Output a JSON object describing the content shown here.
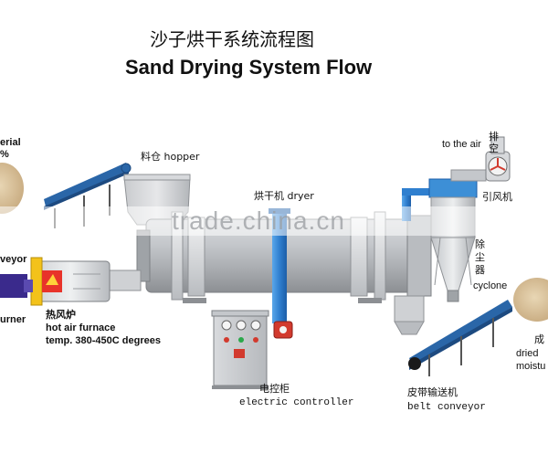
{
  "title": {
    "cn": "沙子烘干系统流程图",
    "en": "Sand Drying System Flow"
  },
  "watermark": "trade.china.cn",
  "labels": {
    "material_1": "erial",
    "material_2": "%",
    "hopper": "料仓 hopper",
    "dryer": "烘干机 dryer",
    "to_the_air": "to the air",
    "exhaust_cn_1": "排",
    "exhaust_cn_2": "空",
    "induced_fan": "引风机",
    "dust_cn_1": "除",
    "dust_cn_2": "尘",
    "dust_cn_3": "器",
    "cyclone": "cyclone",
    "conveyor_left": "veyor",
    "burner": "urner",
    "furnace_cn": "热风炉",
    "furnace_en": "hot air furnace",
    "furnace_temp": "temp. 380-450C degrees",
    "controller_cn": "电控柜",
    "controller_en": "electric controller",
    "belt_cn": "皮带输送机",
    "belt_en": "belt conveyor",
    "product_cn": "成",
    "product_en_1": "dried",
    "product_en_2": "moistu"
  },
  "colors": {
    "drum": "#a9acb0",
    "pipe_blue": "#3d8fd6",
    "conveyor": "#2a66a8",
    "furnace_yellow": "#f3c21a",
    "burner_purple": "#3a2a8c",
    "sand": "#d8c09a"
  }
}
